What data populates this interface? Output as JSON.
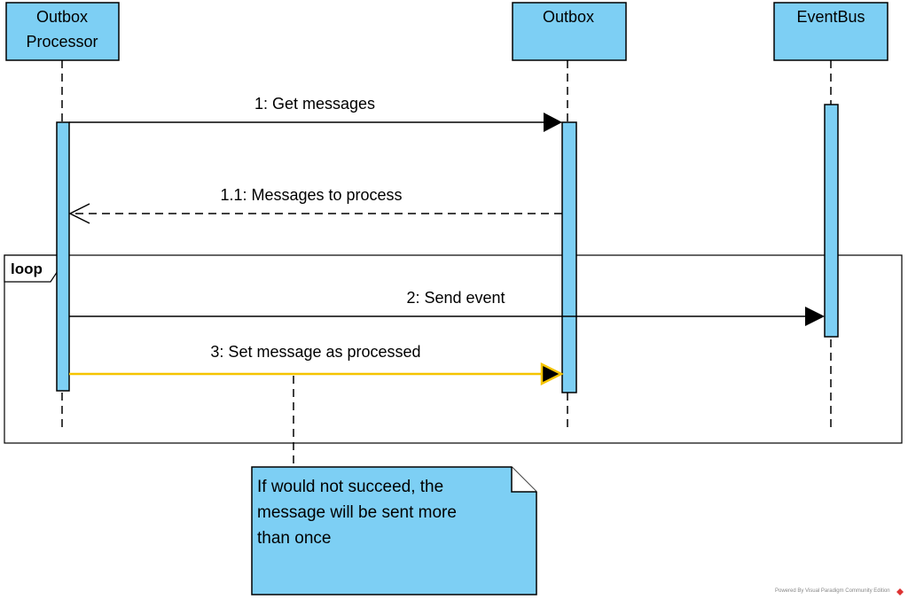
{
  "lifelines": [
    {
      "name_lines": [
        "Outbox",
        "Processor"
      ]
    },
    {
      "name_lines": [
        "Outbox"
      ]
    },
    {
      "name_lines": [
        "EventBus"
      ]
    }
  ],
  "messages": [
    {
      "label": "1: Get messages",
      "type": "sync"
    },
    {
      "label": "1.1: Messages to process",
      "type": "return"
    },
    {
      "label": "2: Send event",
      "type": "sync"
    },
    {
      "label": "3: Set message as processed",
      "type": "sync",
      "highlighted": true
    }
  ],
  "fragment": {
    "operator": "loop"
  },
  "note": {
    "lines": [
      "If would not succeed, the",
      "message will be sent more",
      "than once"
    ]
  },
  "watermark": "Powered By  Visual Paradigm Community Edition",
  "colors": {
    "fill": "#7DCFF4",
    "highlight": "#F5C400",
    "line": "#000000"
  }
}
